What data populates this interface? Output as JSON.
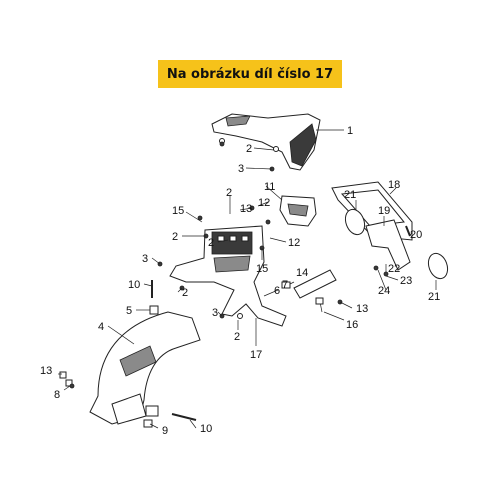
{
  "banner": {
    "text": "Na obrázku díl číslo 17"
  },
  "callouts": {
    "c1": "1",
    "c2a": "2",
    "c3a": "3",
    "c2b": "2",
    "c11": "11",
    "c13a": "13",
    "c12a": "12",
    "c15a": "15",
    "c2c": "2",
    "c12b": "12",
    "c2d": "2",
    "c3b": "3",
    "c10a": "10",
    "c2e": "2",
    "c15b": "15",
    "c7": "7",
    "c14": "14",
    "c6": "6",
    "c5": "5",
    "c3c": "3",
    "c13b": "13",
    "c16": "16",
    "c2f": "2",
    "c17": "17",
    "c4": "4",
    "c13c": "13",
    "c8": "8",
    "c9": "9",
    "c10b": "10",
    "c18": "18",
    "c21a": "21",
    "c19": "19",
    "c20": "20",
    "c22": "22",
    "c23": "23",
    "c24": "24",
    "c21b": "21"
  }
}
